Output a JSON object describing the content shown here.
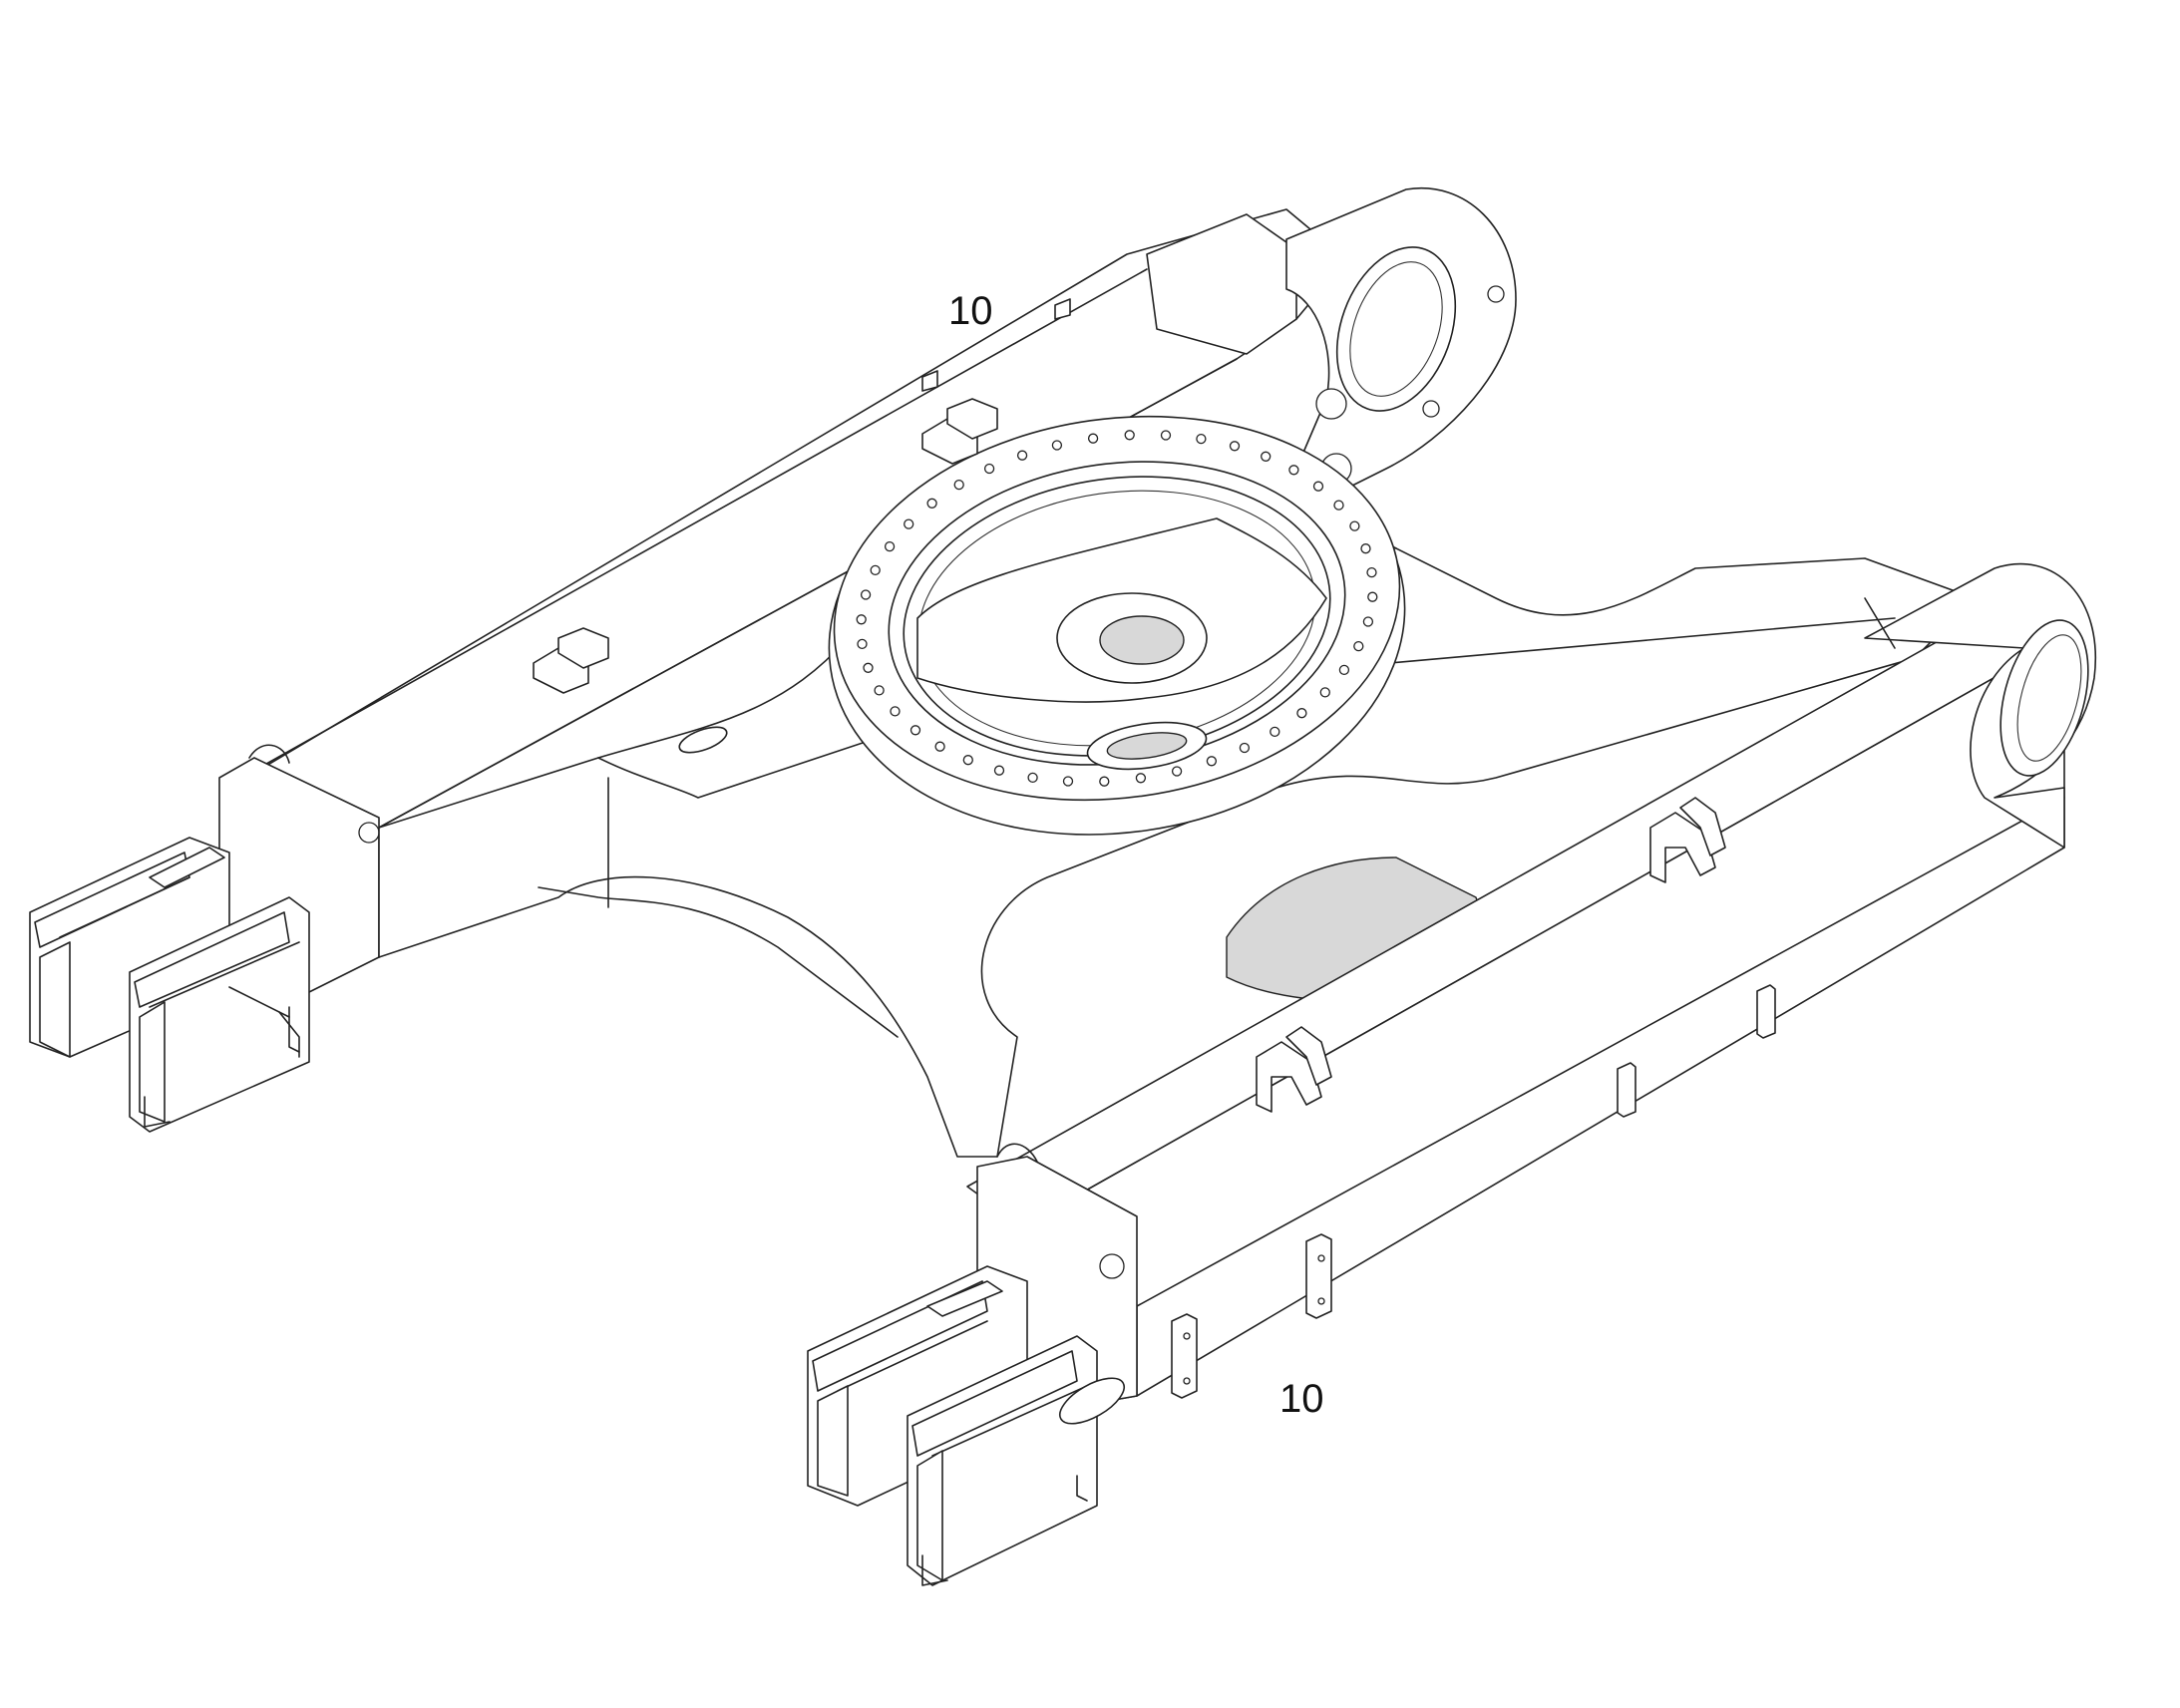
{
  "callouts": [
    {
      "id": "top",
      "label": "10"
    },
    {
      "id": "bottom",
      "label": "10"
    }
  ]
}
